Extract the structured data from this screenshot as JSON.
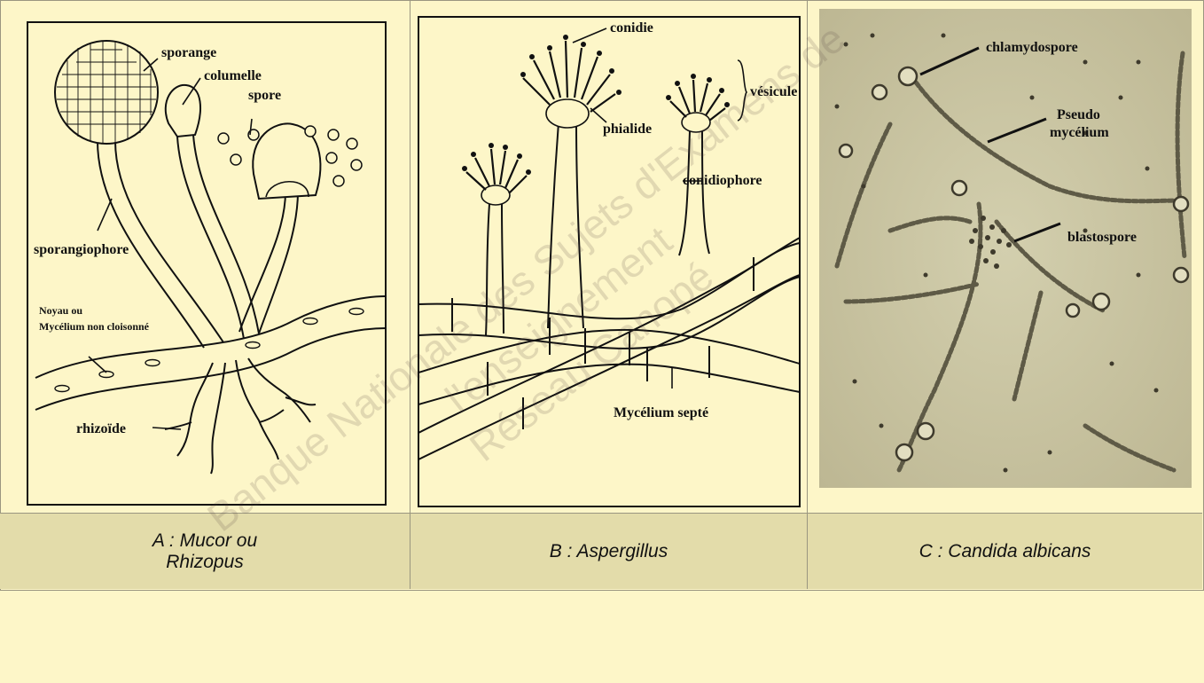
{
  "panels": {
    "a": {
      "caption_line1": "A : Mucor ou",
      "caption_line2": "Rhizopus",
      "labels": {
        "sporange": "sporange",
        "columelle": "columelle",
        "spore": "spore",
        "sporangiophore": "sporangiophore",
        "noyau_line1": "Noyau ou",
        "noyau_line2": "Mycélium non cloisonné",
        "rhizoide": "rhizoïde"
      }
    },
    "b": {
      "caption": "B : Aspergillus",
      "labels": {
        "conidie": "conidie",
        "vesicule": "vésicule",
        "phialide": "phialide",
        "conidiophore": "conidiophore",
        "mycelium_septe": "Mycélium septé"
      }
    },
    "c": {
      "caption": "C : Candida albicans",
      "labels": {
        "chlamydospore": "chlamydospore",
        "pseudo_line1": "Pseudo",
        "pseudo_line2": "mycélium",
        "blastospore": "blastospore"
      }
    }
  },
  "watermark_line1": "Banque Nationale des Sujets d'Examens de l'enseignement",
  "watermark_line2": "Réseau Canopé",
  "colors": {
    "background": "#fdf6c8",
    "caption_band": "#e3dcaa",
    "photo_background": "#c9c5a3",
    "ink": "#111111"
  }
}
